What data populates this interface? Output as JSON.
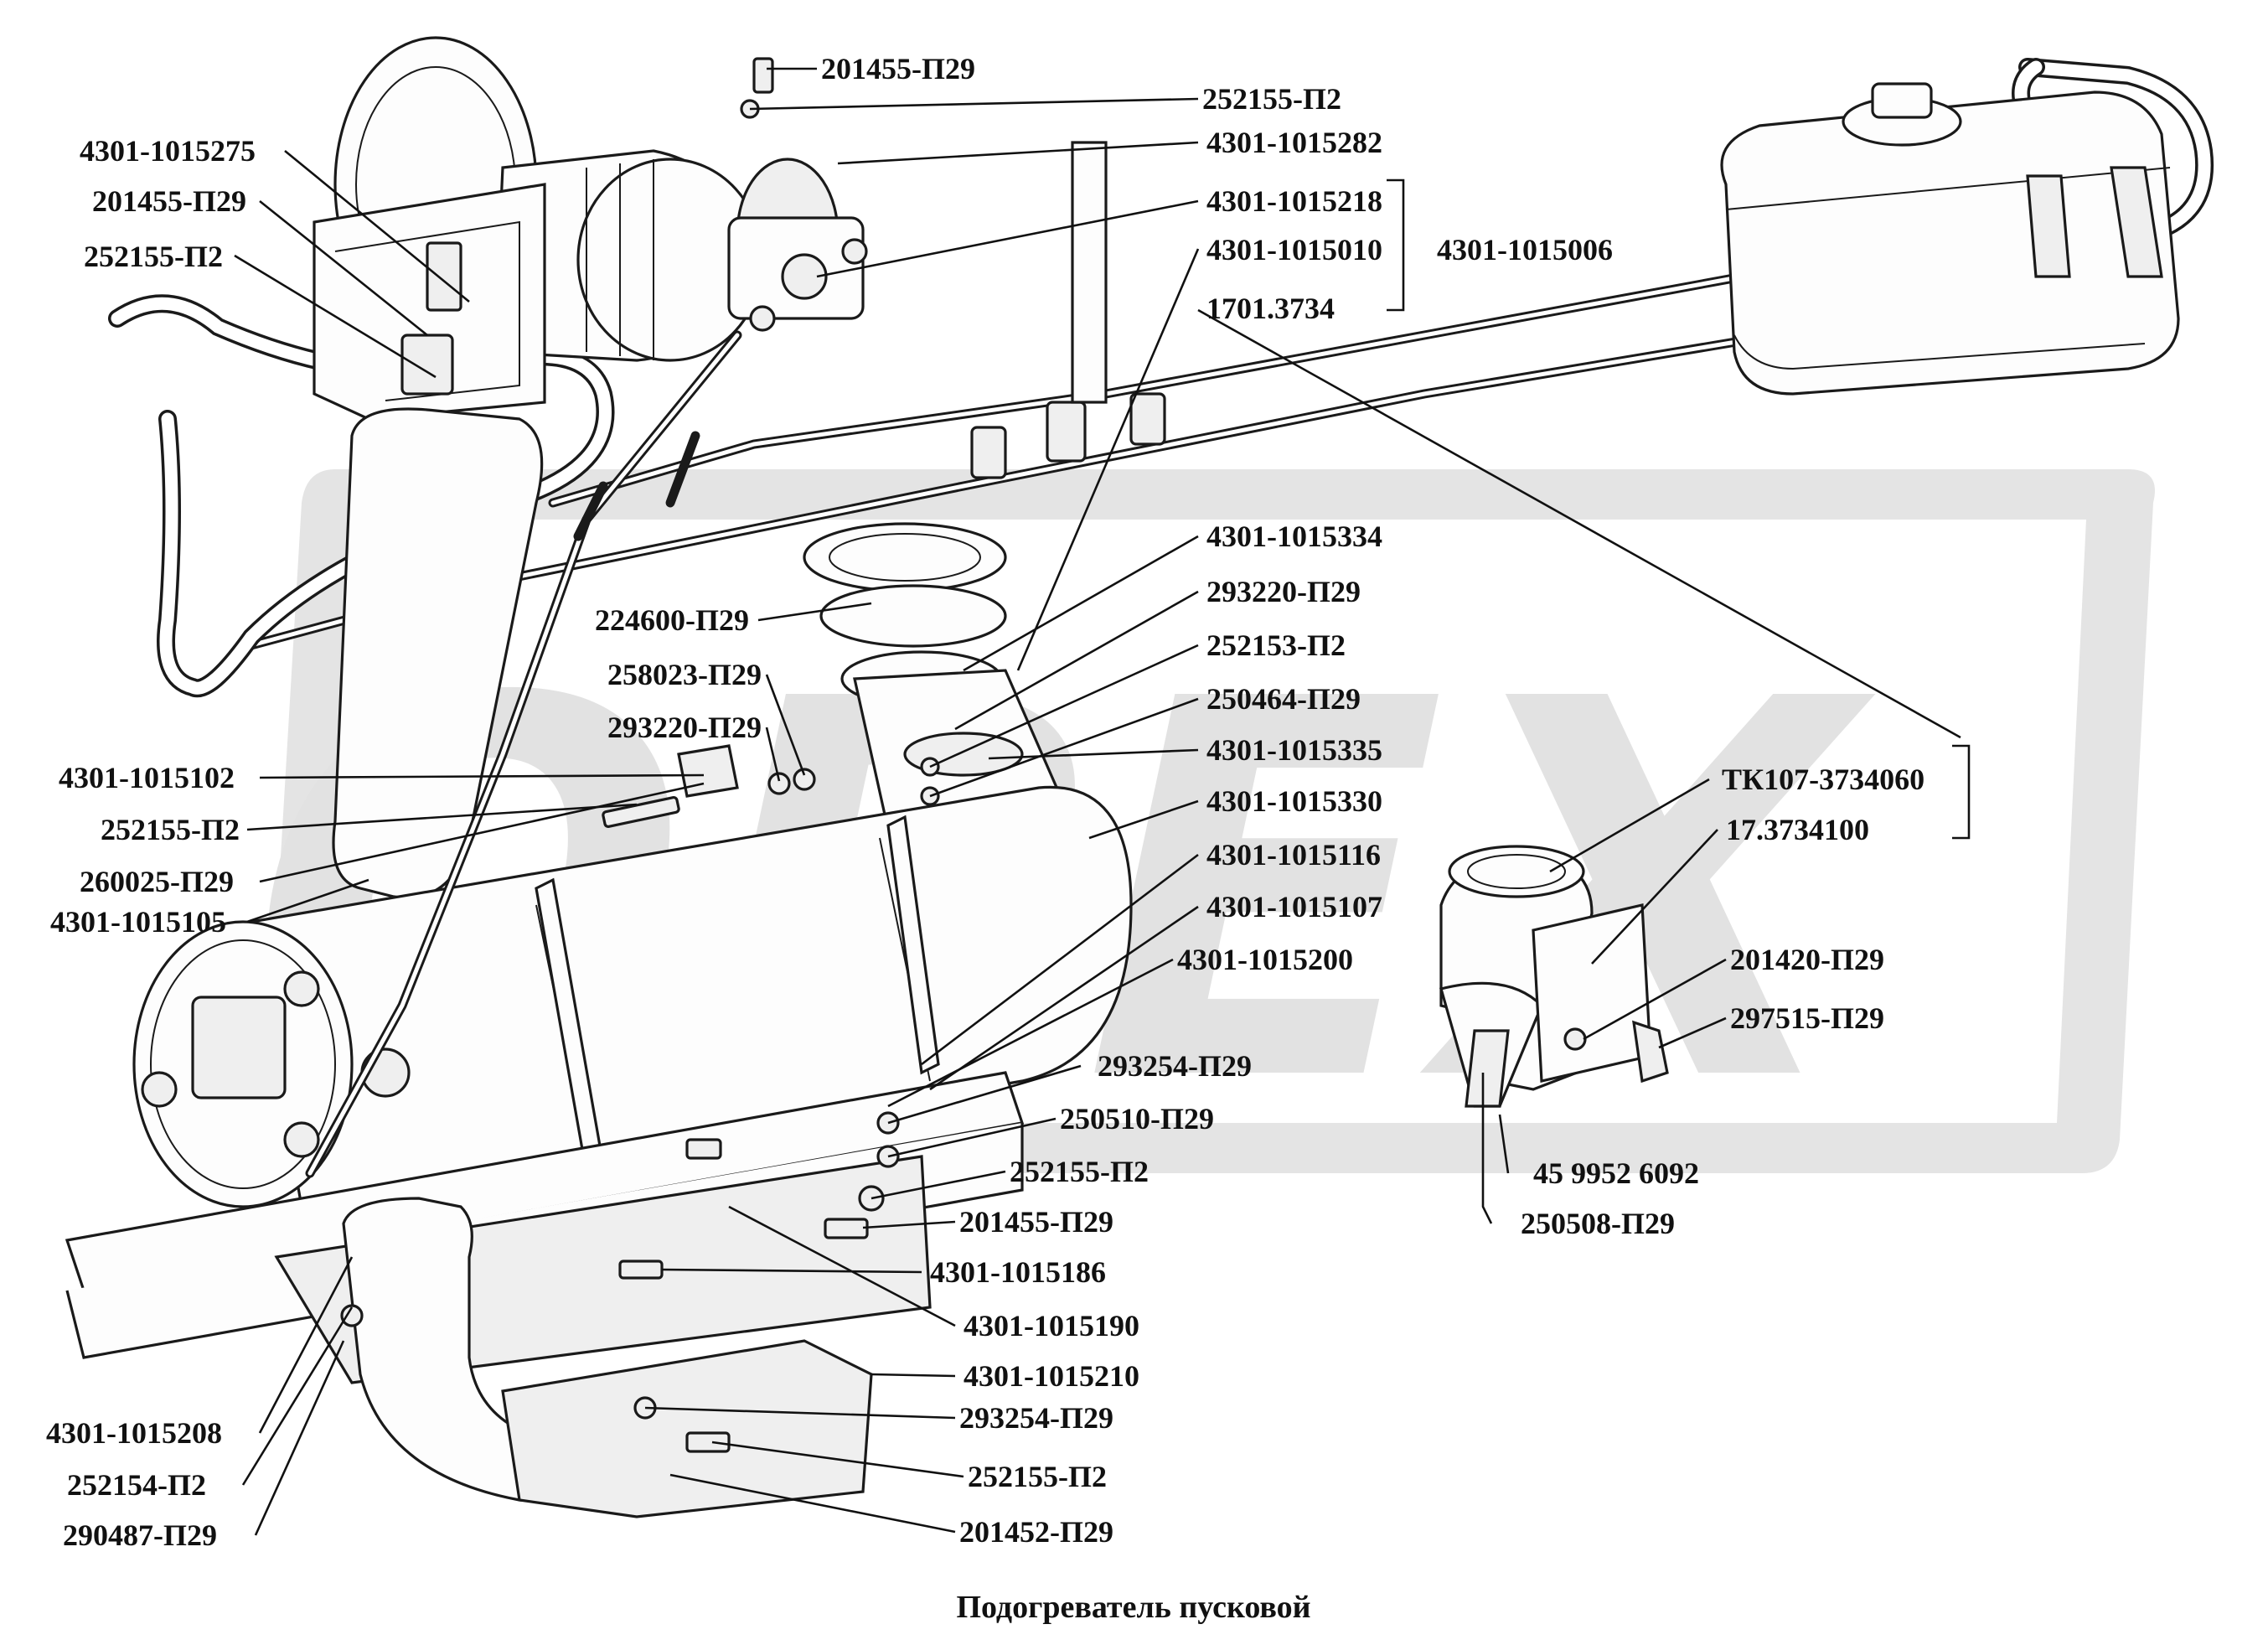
{
  "caption": "Подогреватель пусковой",
  "watermark": "ОРЕХ",
  "labels": {
    "l01": "201455-П29",
    "l02": "252155-П2",
    "l03": "4301-1015282",
    "l04": "4301-1015218",
    "l05": "4301-1015010",
    "l06": "4301-1015006",
    "l07": "1701.3734",
    "l08": "4301-1015275",
    "l09": "201455-П29",
    "l10": "252155-П2",
    "l11": "4301-1015334",
    "l12": "293220-П29",
    "l13": "252153-П2",
    "l14": "250464-П29",
    "l15": "4301-1015335",
    "l16": "4301-1015330",
    "l17": "4301-1015116",
    "l18": "4301-1015107",
    "l19": "4301-1015200",
    "l20": "224600-П29",
    "l21": "258023-П29",
    "l22": "293220-П29",
    "l23": "4301-1015102",
    "l24": "252155-П2",
    "l25": "260025-П29",
    "l26": "4301-1015105",
    "l27": "ТК107-3734060",
    "l28": "17.3734100",
    "l29": "201420-П29",
    "l30": "297515-П29",
    "l31": "293254-П29",
    "l32": "250510-П29",
    "l33": "252155-П2",
    "l34": "201455-П29",
    "l35": "4301-1015186",
    "l36": "4301-1015190",
    "l37": "4301-1015210",
    "l38": "293254-П29",
    "l39": "252155-П2",
    "l40": "201452-П29",
    "l41": "4301-1015208",
    "l42": "252154-П2",
    "l43": "290487-П29",
    "l44": "45 9952 6092",
    "l45": "250508-П29"
  }
}
